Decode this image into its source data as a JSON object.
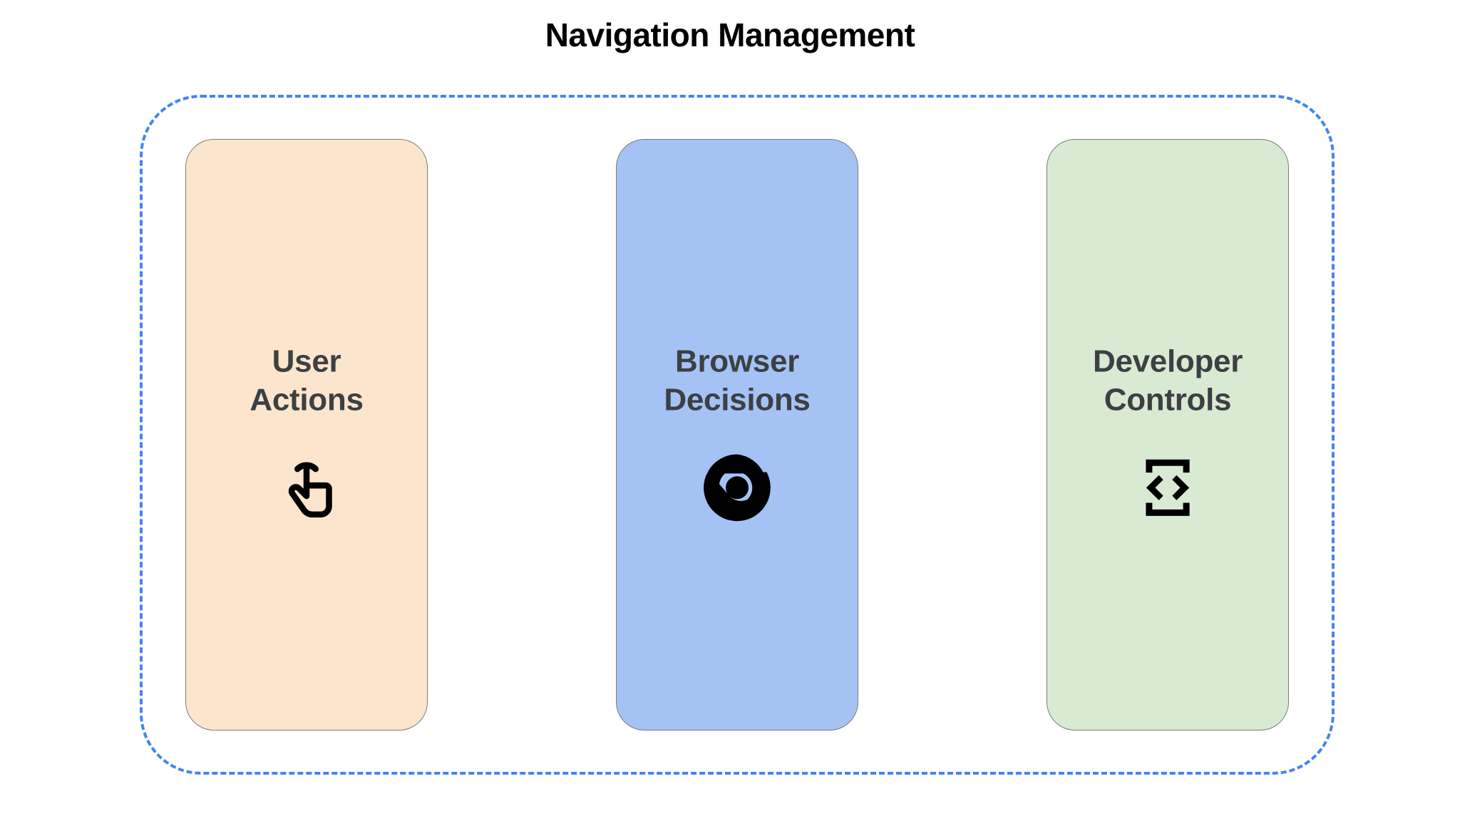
{
  "page": {
    "title": "Navigation Management",
    "background_color": "#ffffff",
    "title_color": "#000000"
  },
  "container": {
    "name": "dashed-group",
    "border_color": "#4285f4",
    "border_style": "dashed"
  },
  "cards": [
    {
      "id": "user-actions",
      "label": "User\nActions",
      "label_line1": "User",
      "label_line2": "Actions",
      "fill_color": "#fce5cd",
      "border_color": "#7a7a7a",
      "text_color": "#3c4043",
      "icon": "touch-app-icon",
      "icon_color": "#000000"
    },
    {
      "id": "browser-decisions",
      "label": "Browser\nDecisions",
      "label_line1": "Browser",
      "label_line2": "Decisions",
      "fill_color": "#a4c2f4",
      "border_color": "#7a7a7a",
      "text_color": "#3c4043",
      "icon": "chrome-logo-icon",
      "icon_color": "#000000"
    },
    {
      "id": "developer-controls",
      "label": "Developer\nControls",
      "label_line1": "Developer",
      "label_line2": "Controls",
      "fill_color": "#d9ead3",
      "border_color": "#7a7a7a",
      "text_color": "#3c4043",
      "icon": "developer-mode-icon",
      "icon_color": "#000000"
    }
  ]
}
